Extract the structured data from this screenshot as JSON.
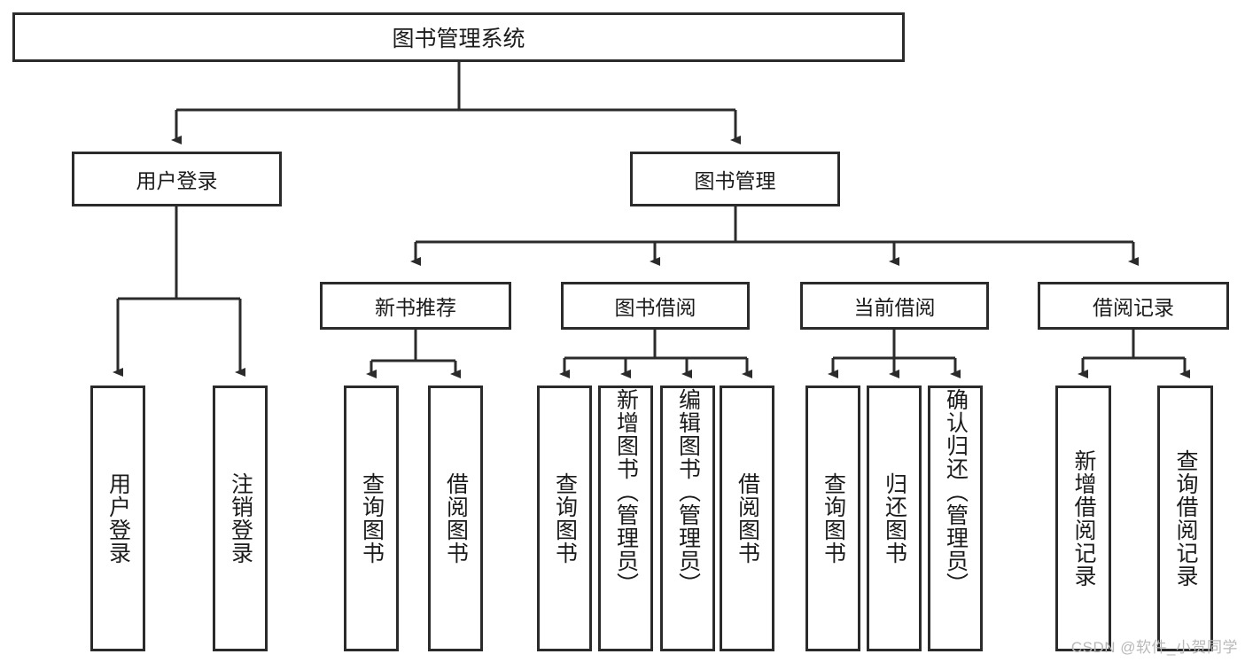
{
  "diagram": {
    "title_node": {
      "label": "图书管理系统"
    },
    "level2": [
      {
        "id": "user-login",
        "label": "用户登录"
      },
      {
        "id": "book-management",
        "label": "图书管理"
      }
    ],
    "level3": [
      {
        "id": "new-book-recommend",
        "label": "新书推荐"
      },
      {
        "id": "book-borrow",
        "label": "图书借阅"
      },
      {
        "id": "current-borrow",
        "label": "当前借阅"
      },
      {
        "id": "borrow-record",
        "label": "借阅记录"
      }
    ],
    "leaves": {
      "user_login": [
        {
          "id": "leaf-user-login",
          "label": "用户登录"
        },
        {
          "id": "leaf-logout-login",
          "label": "注销登录"
        }
      ],
      "new_book_recommend": [
        {
          "id": "leaf-query-book-1",
          "label": "查询图书"
        },
        {
          "id": "leaf-borrow-book-1",
          "label": "借阅图书"
        }
      ],
      "book_borrow": [
        {
          "id": "leaf-query-book-2",
          "label": "查询图书"
        },
        {
          "id": "leaf-add-book",
          "label": "新增图书（管理员）"
        },
        {
          "id": "leaf-edit-book",
          "label": "编辑图书（管理员）"
        },
        {
          "id": "leaf-borrow-book-2",
          "label": "借阅图书"
        }
      ],
      "current_borrow": [
        {
          "id": "leaf-query-book-3",
          "label": "查询图书"
        },
        {
          "id": "leaf-return-book",
          "label": "归还图书"
        },
        {
          "id": "leaf-confirm-return",
          "label": "确认归还（管理员）"
        }
      ],
      "borrow_record": [
        {
          "id": "leaf-add-borrow-record",
          "label": "新增借阅记录"
        },
        {
          "id": "leaf-query-borrow-record",
          "label": "查询借阅记录"
        }
      ]
    }
  },
  "watermark": {
    "text": "CSDN @软件_小贺同学"
  },
  "colors": {
    "stroke": "#2b2b2b",
    "background": "#ffffff",
    "text": "#1b1b1b",
    "watermark": "#b9b9b9"
  }
}
